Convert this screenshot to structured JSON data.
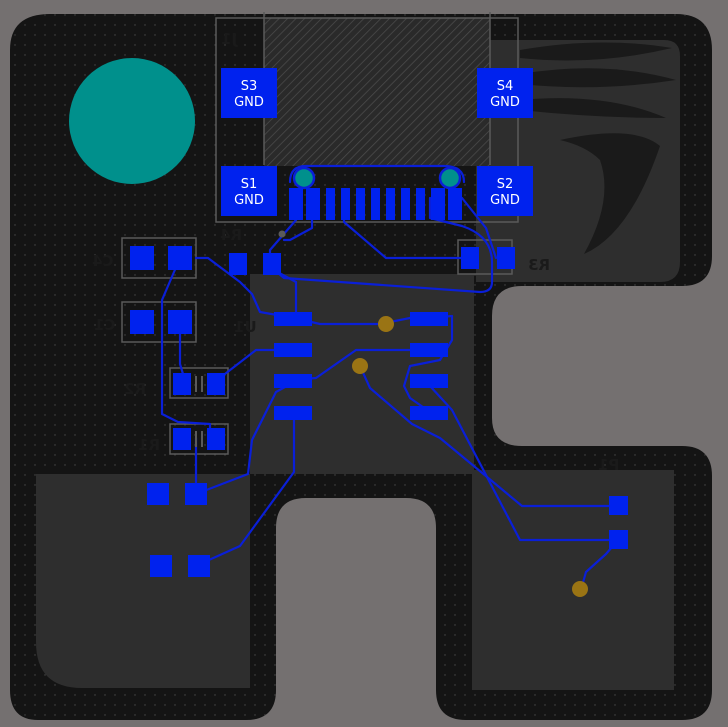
{
  "colors": {
    "background": "#747070",
    "board": "#141414",
    "copper_fill": "#2e2e2e",
    "pad": "#0022ee",
    "trace": "#0a1fd8",
    "via": "#9a7414",
    "mounting_hole": "#00908c",
    "silkscreen": "#5a5a5a"
  },
  "connector": {
    "designator": "J1",
    "pads": [
      {
        "id": "s3",
        "line1": "S3",
        "line2": "GND"
      },
      {
        "id": "s4",
        "line1": "S4",
        "line2": "GND"
      },
      {
        "id": "s1",
        "line1": "S1",
        "line2": "GND"
      },
      {
        "id": "s2",
        "line1": "S2",
        "line2": "GND"
      }
    ]
  },
  "designators": {
    "c4": "C4",
    "c1": "C1",
    "r4": "R4",
    "r3": "R3",
    "r2": "R2",
    "r1": "R1",
    "u1": "U1",
    "p1": "P1"
  }
}
